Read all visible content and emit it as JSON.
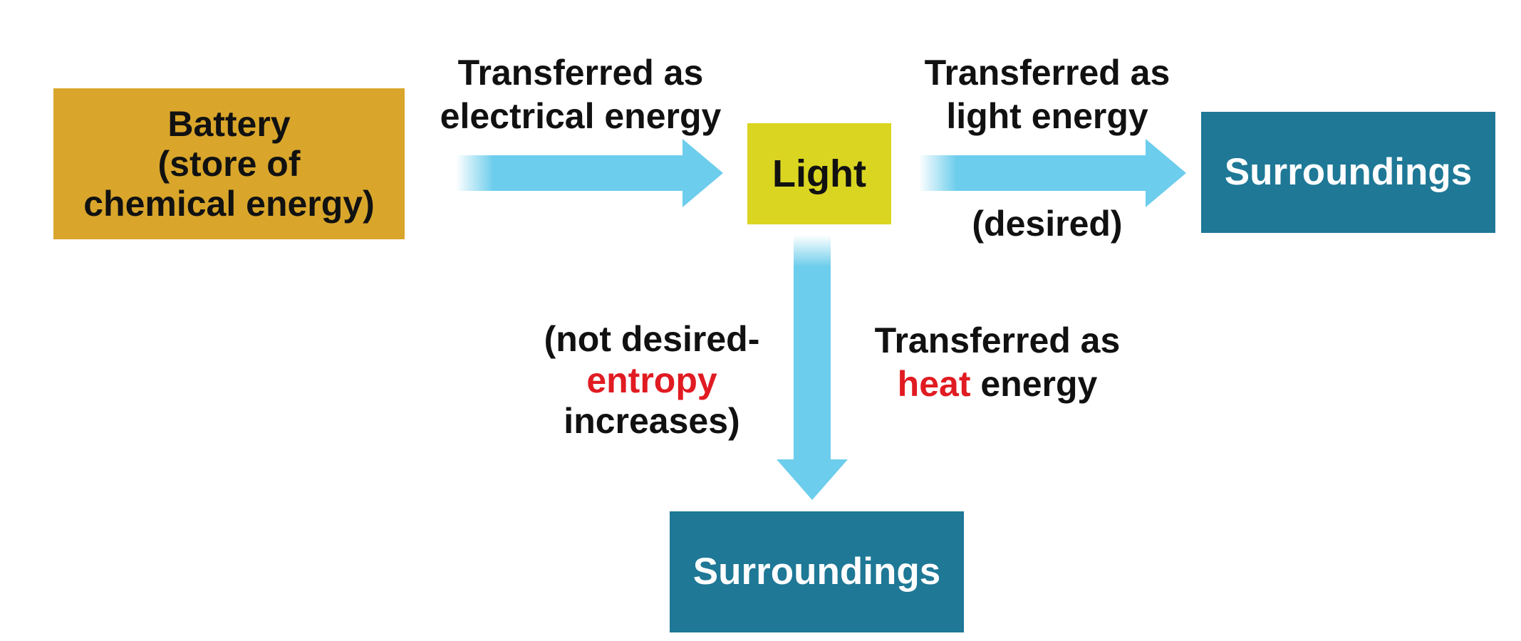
{
  "colors": {
    "battery": "#d9a62b",
    "light": "#dad521",
    "surroundings": "#1e7896",
    "arrow": "#6dcdec",
    "highlight": "#e11b22"
  },
  "nodes": {
    "battery": [
      "Battery",
      "(store of",
      "chemical energy)"
    ],
    "light": "Light",
    "surroundings_right": "Surroundings",
    "surroundings_bottom": "Surroundings"
  },
  "edges": {
    "electrical": [
      "Transferred as",
      "electrical energy"
    ],
    "light_energy": [
      "Transferred as",
      "light energy"
    ],
    "desired": "(desired)",
    "heat": {
      "line1": "Transferred as",
      "highlight": "heat",
      "rest": " energy"
    },
    "not_desired": {
      "line1": "(not desired-",
      "highlight": "entropy",
      "line3": "increases)"
    }
  }
}
